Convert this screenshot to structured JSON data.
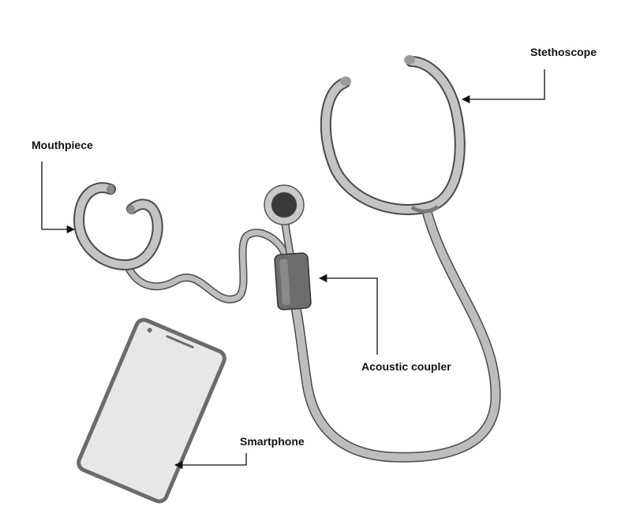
{
  "labels": {
    "stethoscope": "Stethoscope",
    "mouthpiece": "Mouthpiece",
    "acoustic_coupler": "Acoustic coupler",
    "smartphone": "Smartphone"
  },
  "colors": {
    "tube": "#b8b8b8",
    "tube_outline": "#4a4a4a",
    "arrow": "#111111",
    "phone_screen": "#e6e6e6",
    "phone_body": "#707070",
    "diaphragm": "#3a3a3a"
  }
}
